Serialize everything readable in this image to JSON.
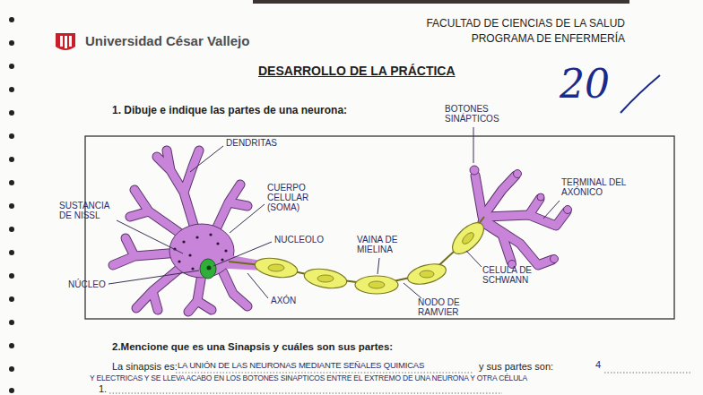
{
  "diagram": {
    "title": "DESARROLLO DE LA PRÁCTICA",
    "labels": [
      "Universidad César Vallejo",
      "FACULTAD DE CIENCIAS DE LA SALUD",
      "PROGRAMA DE ENFERMERÍA",
      "20",
      "1. Dibuje e indique las partes de una neurona:",
      "DENDRITAS",
      "SUSTANCIA DE NISSL",
      "CUERPO CELULAR (SOMA)",
      "NUCLEOLO",
      "NÚCLEO",
      "AXÓN",
      "VAINA DE MIELINA",
      "NODO DE RAMVIER",
      "CELULA DE SCHWANN",
      "BOTONES SINÁPTICOS",
      "TERMINAL DEL AXÓNICO",
      "2.Mencione que es una Sinapsis y cuáles son sus partes:",
      "La sinapsis es:",
      "LA UNIÓN DE LAS NEURONAS MEDIANTE SEÑALES QUIMICAS",
      "y sus partes son:",
      "4",
      "Y ELECTRICAS Y SE LLEVA ACABO EN LOS BOTONES SINAPTICOS ENTRE EL EXTREMO DE UNA NEURONA Y OTRA CÉLULA",
      "1."
    ]
  }
}
